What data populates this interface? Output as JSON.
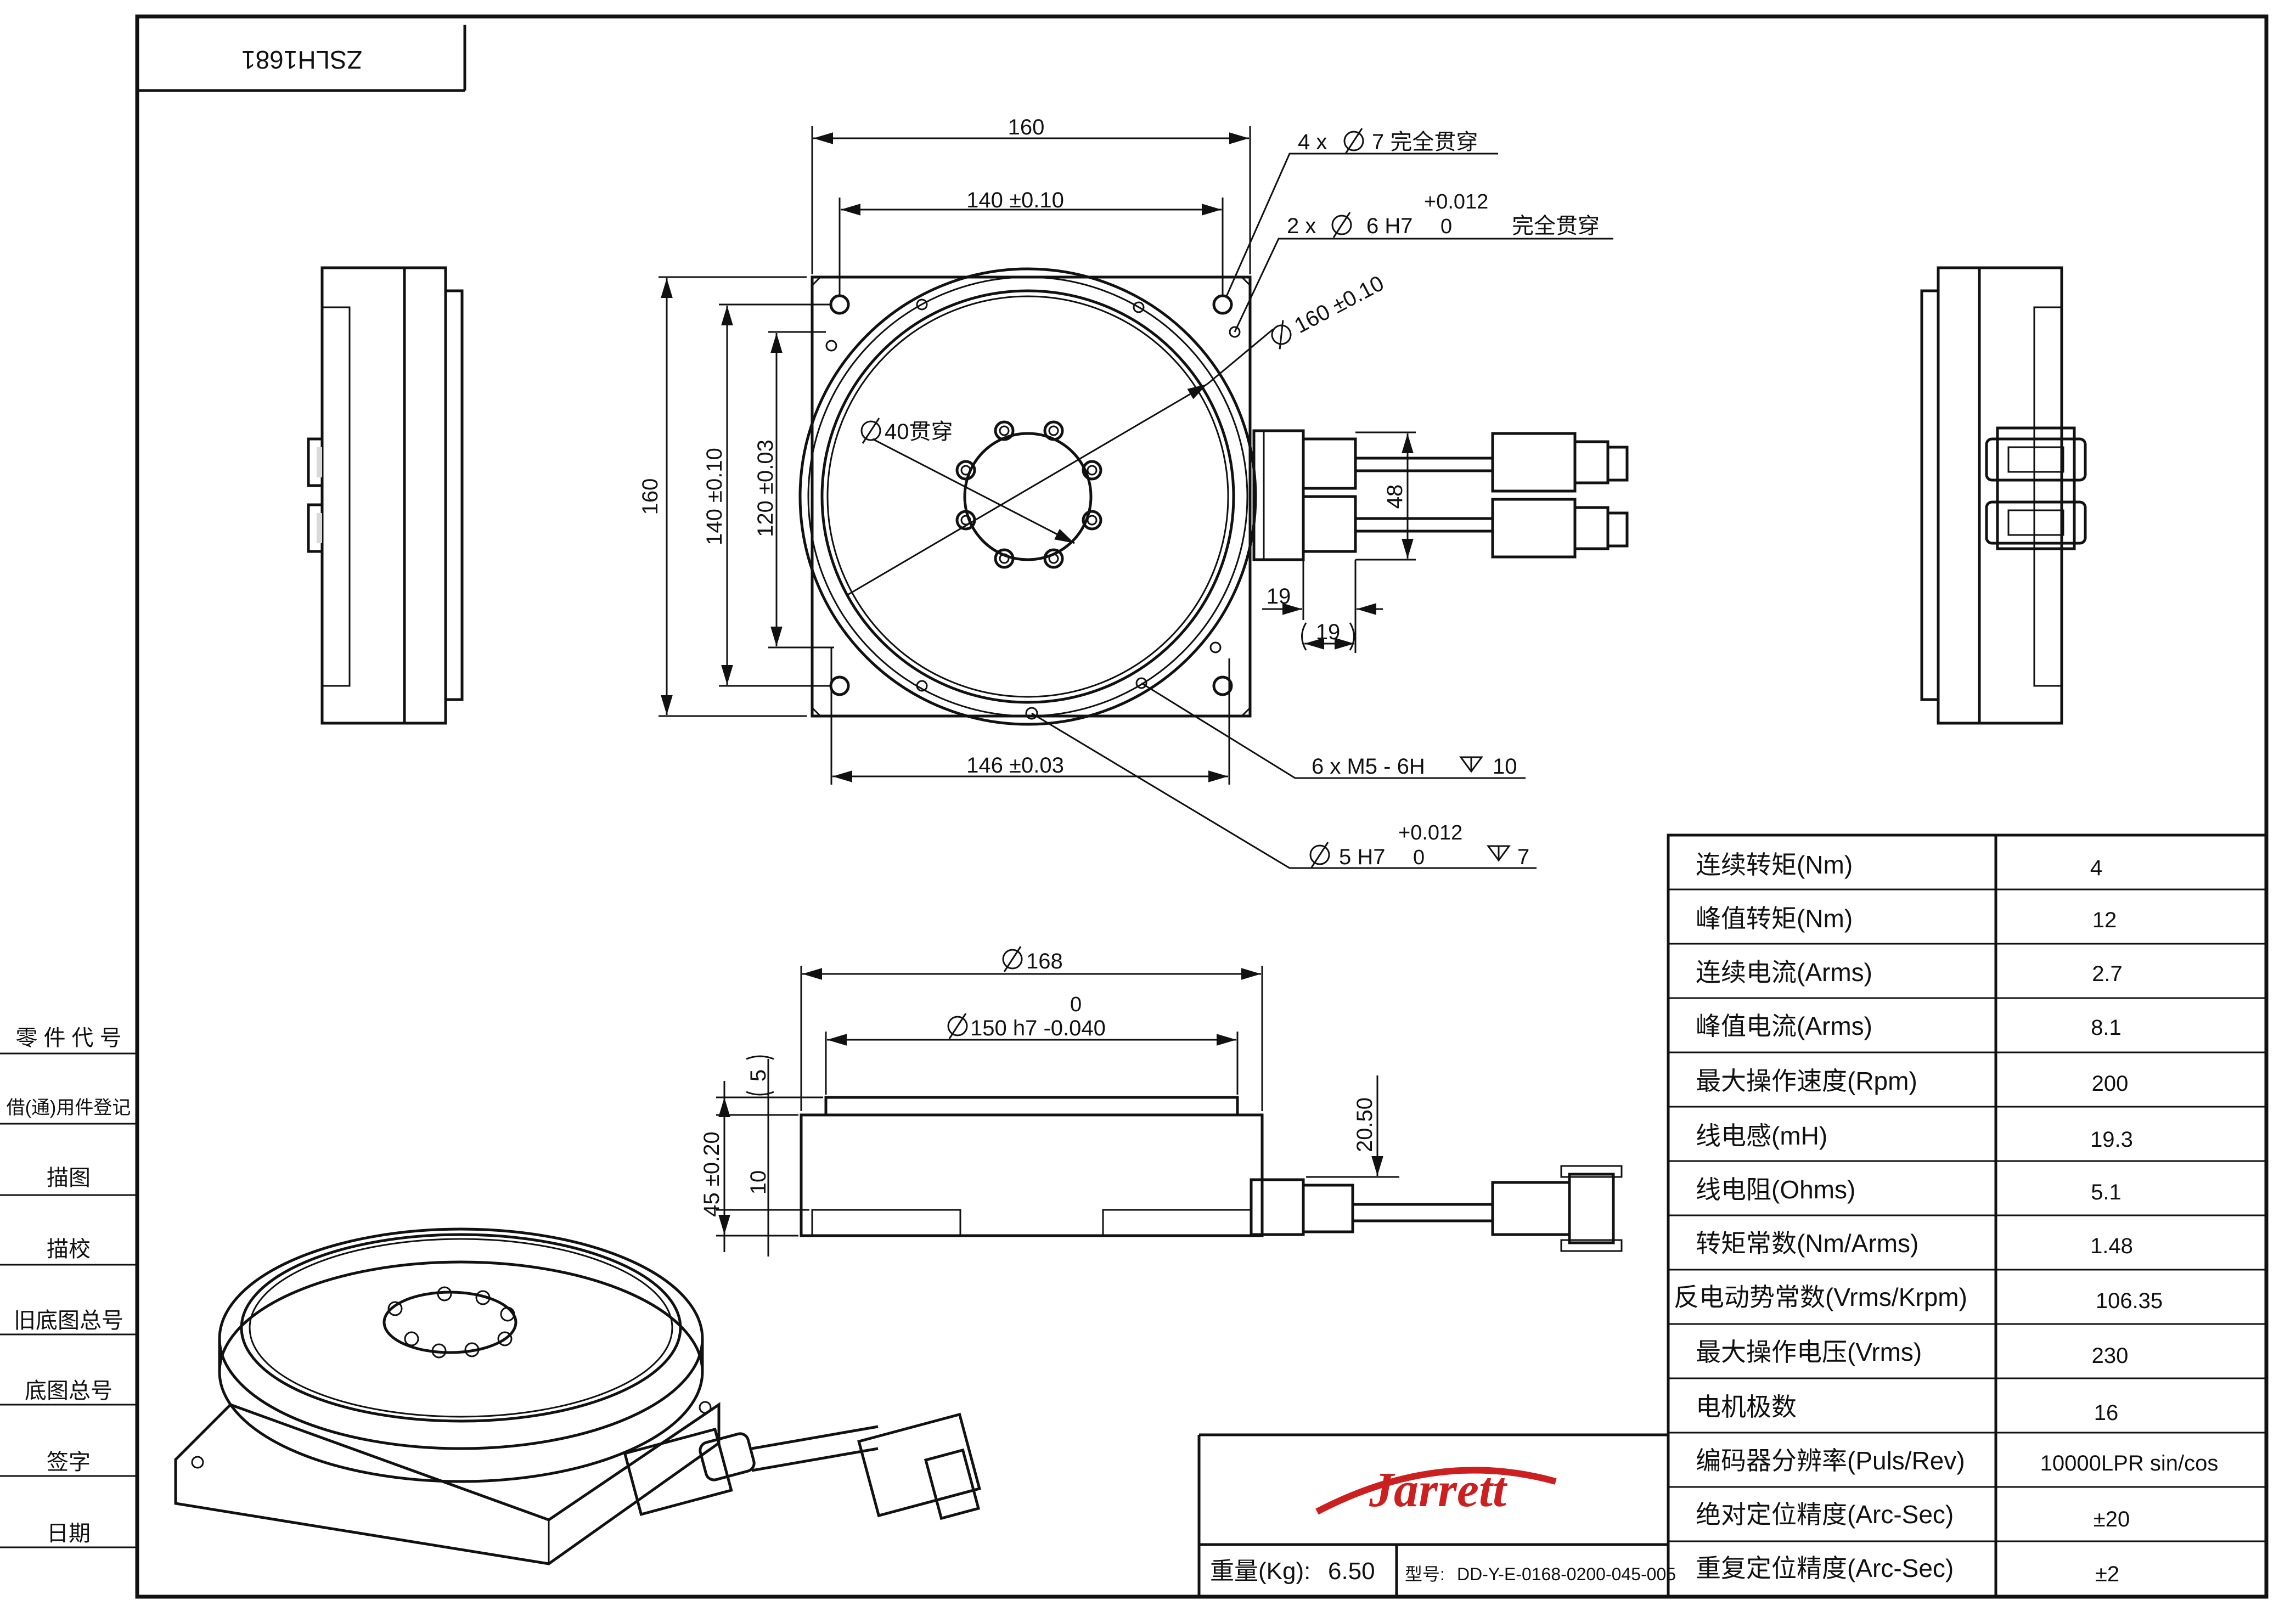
{
  "drawing_number_mirrored": "ZSLH1681",
  "left_strip": [
    "零 件 代 号",
    "借(通)用件登记",
    "描图",
    "描校",
    "旧底图总号",
    "底图总号",
    "签字",
    "日期"
  ],
  "dimensions": {
    "top_width": "160",
    "top_hole_spacing": "140 ±0.10",
    "thru_holes": "4 x",
    "thru_holes_dia": "7 完全贯穿",
    "pin_holes": "2 x",
    "pin_holes_dia": "6 H7",
    "pin_tol_upper": "+0.012",
    "pin_tol_lower": "0",
    "pin_thru": "完全贯穿",
    "bolt_circle": "160 ±0.10",
    "center_bore": "40贯穿",
    "side_height": "160",
    "height_hole_spacing": "140 ±0.10",
    "height_120": "120 ±0.03",
    "connector_spacing": "48",
    "offset_19": "19",
    "offset_19_ref": "19",
    "bottom_146": "146 ±0.03",
    "tapped_holes": "6 x  M5 - 6H",
    "tapped_depth": "10",
    "dowel_dia": "5 H7",
    "dowel_tol_upper": "+0.012",
    "dowel_tol_lower": "0",
    "dowel_depth": "7",
    "front_dia_168": "168",
    "front_dia_150": "150 h7 -0.040",
    "front_dia_150_upper": "0",
    "front_step_5": "5",
    "front_height_45": "45 ±0.20",
    "front_10": "10",
    "front_20_50": "20.50"
  },
  "specs": [
    {
      "label": "连续转矩(Nm)",
      "value": "4"
    },
    {
      "label": "峰值转矩(Nm)",
      "value": "12"
    },
    {
      "label": "连续电流(Arms)",
      "value": "2.7"
    },
    {
      "label": "峰值电流(Arms)",
      "value": "8.1"
    },
    {
      "label": "最大操作速度(Rpm)",
      "value": "200"
    },
    {
      "label": "线电感(mH)",
      "value": "19.3"
    },
    {
      "label": "线电阻(Ohms)",
      "value": "5.1"
    },
    {
      "label": "转矩常数(Nm/Arms)",
      "value": "1.48"
    },
    {
      "label": "反电动势常数(Vrms/Krpm)",
      "value": "106.35"
    },
    {
      "label": "最大操作电压(Vrms)",
      "value": "230"
    },
    {
      "label": "电机极数",
      "value": "16"
    },
    {
      "label": "编码器分辨率(Puls/Rev)",
      "value": "10000LPR sin/cos"
    },
    {
      "label": "绝对定位精度(Arc-Sec)",
      "value": "±20"
    },
    {
      "label": "重复定位精度(Arc-Sec)",
      "value": "±2"
    }
  ],
  "title_block": {
    "logo": "Jarrett",
    "weight_label": "重量(Kg):",
    "weight_value": "6.50",
    "model_label": "型号:",
    "model_value": "DD-Y-E-0168-0200-045-005"
  },
  "colors": {
    "logo_red": "#cc1f1f",
    "line": "#111111"
  }
}
